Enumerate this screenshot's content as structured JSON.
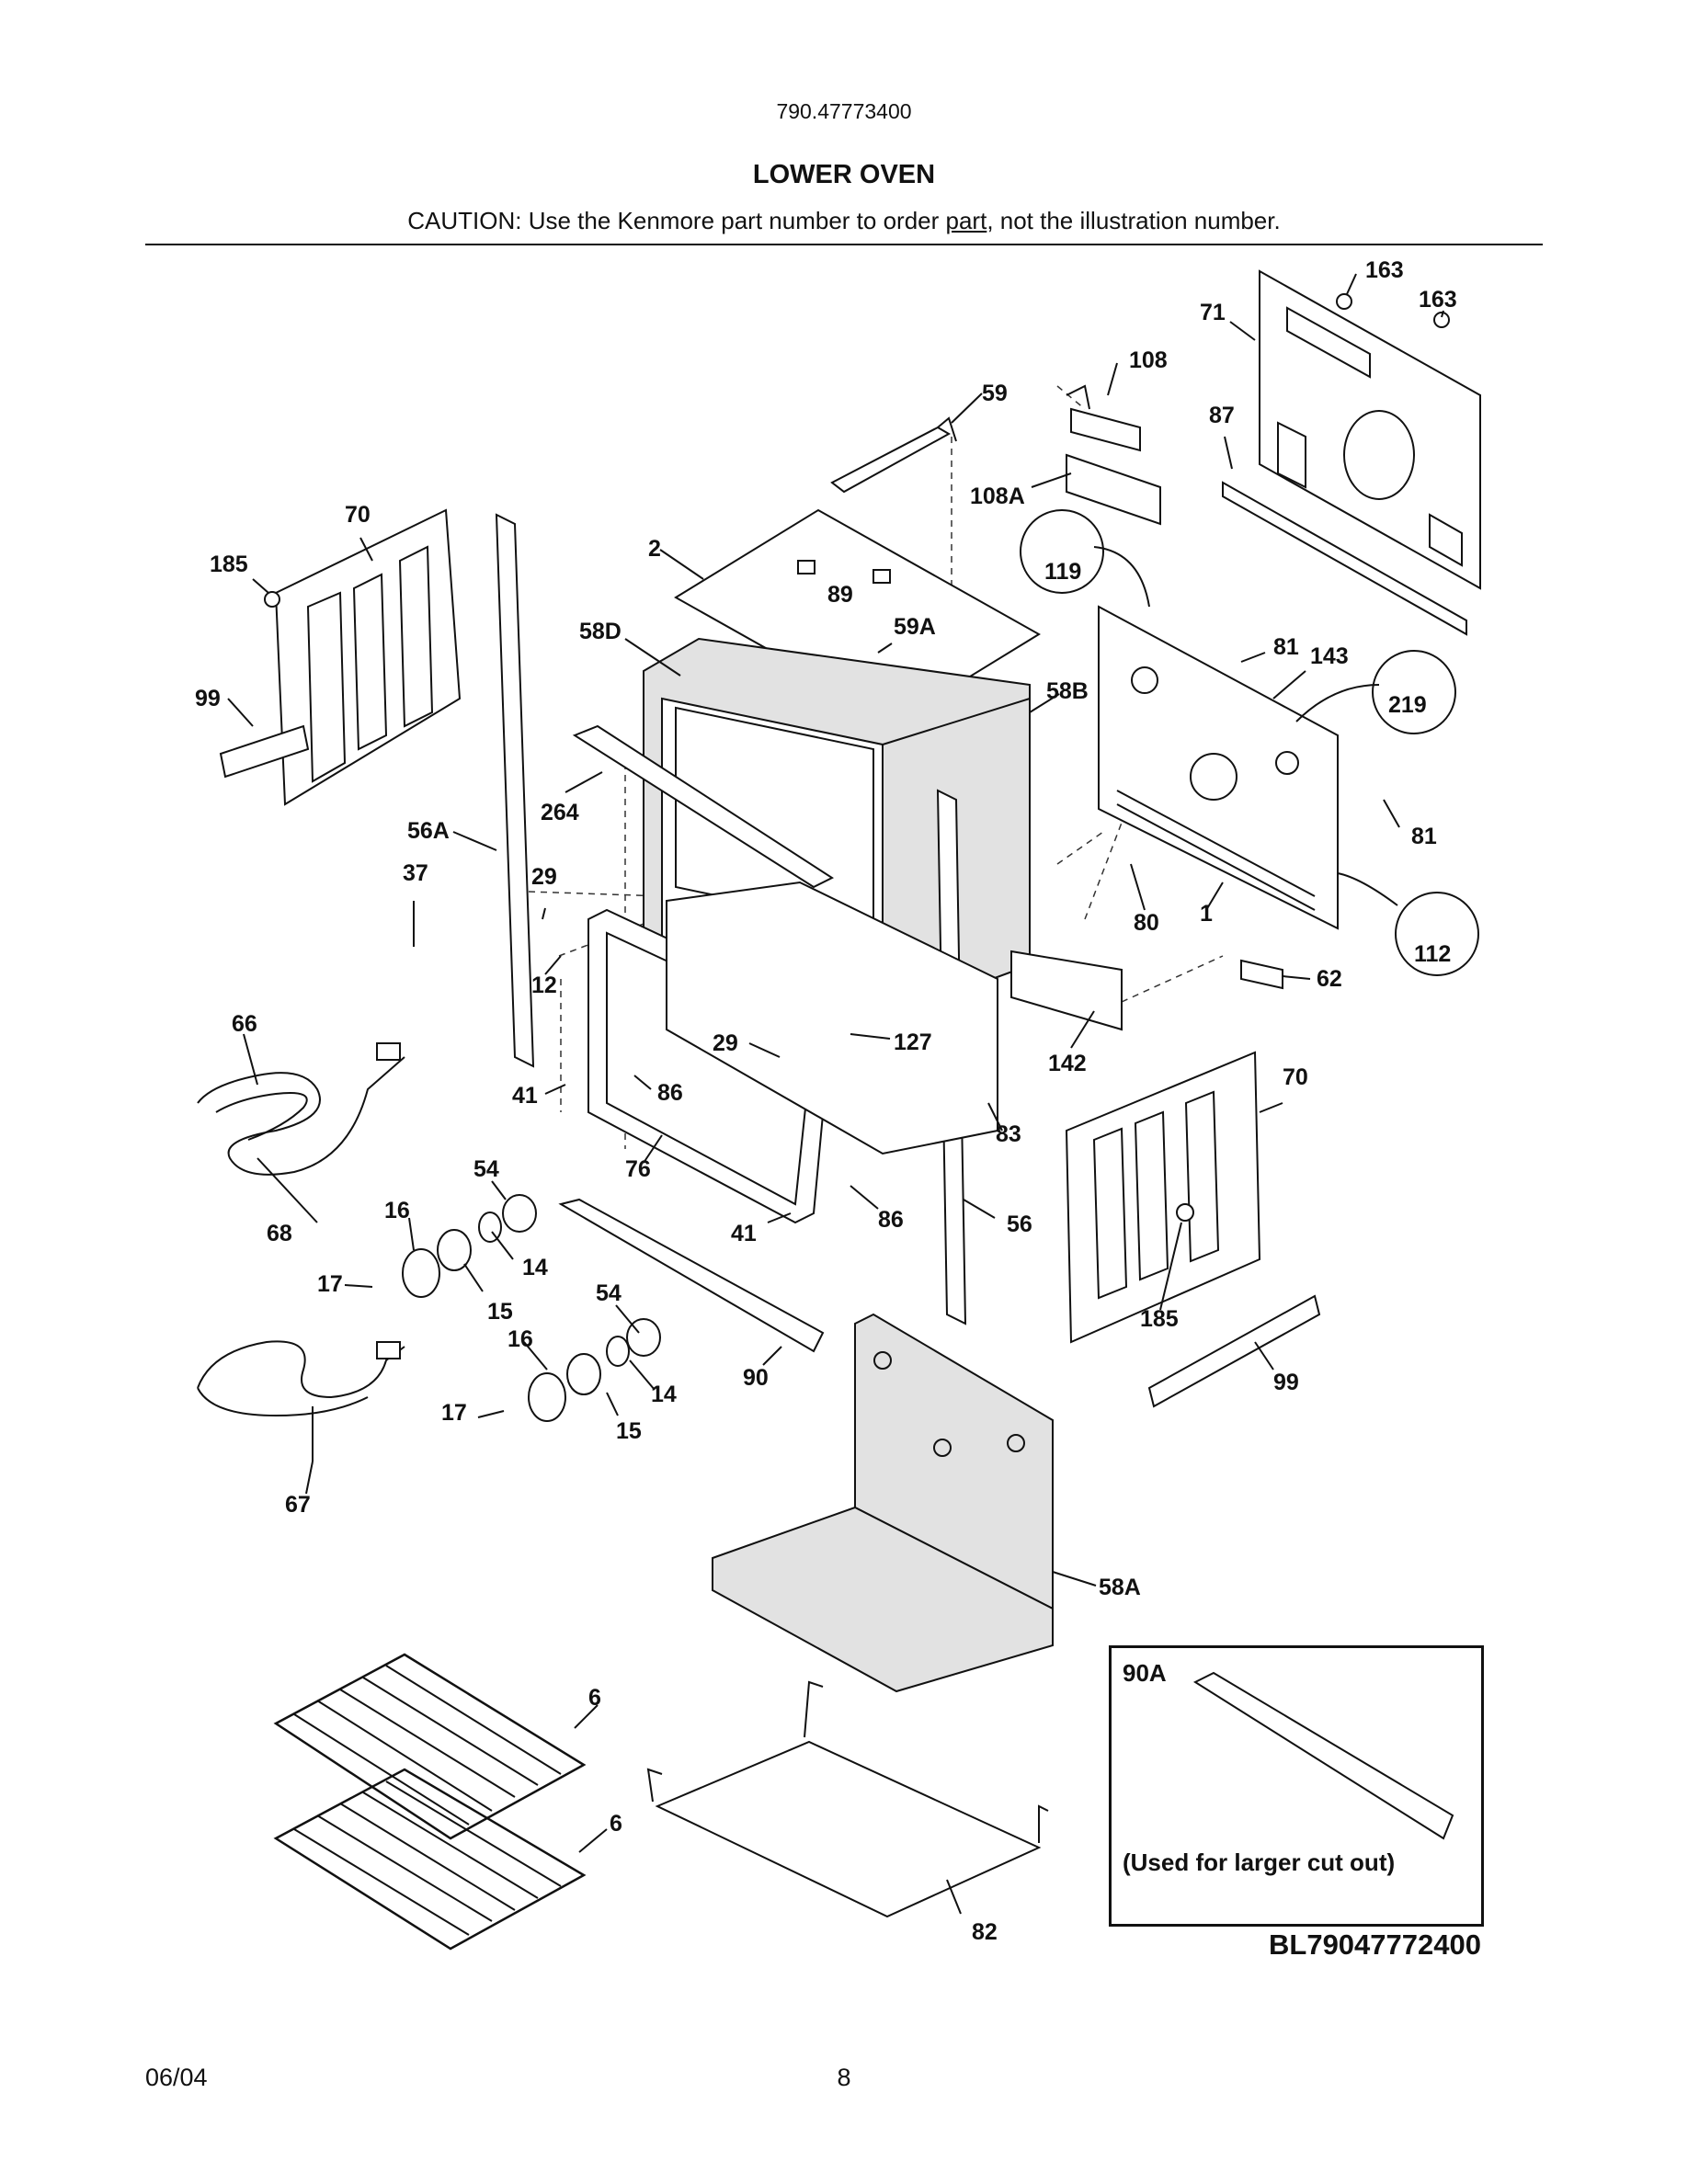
{
  "header": {
    "model_number": "790.47773400",
    "section_title": "LOWER OVEN",
    "caution_prefix": "CAUTION: Use the Kenmore part number to order ",
    "caution_underlined": "part",
    "caution_suffix": ", not the illustration number."
  },
  "diagram": {
    "callouts": [
      "163",
      "163",
      "71",
      "108",
      "59",
      "87",
      "108A",
      "119",
      "70",
      "185",
      "2",
      "89",
      "58D",
      "59A",
      "81",
      "143",
      "219",
      "99",
      "58B",
      "264",
      "56A",
      "37",
      "29",
      "81",
      "12",
      "80",
      "1",
      "112",
      "62",
      "66",
      "29",
      "127",
      "41",
      "86",
      "142",
      "70",
      "54",
      "76",
      "83",
      "16",
      "41",
      "86",
      "56",
      "68",
      "14",
      "17",
      "15",
      "185",
      "54",
      "16",
      "99",
      "14",
      "90",
      "17",
      "15",
      "67",
      "58A",
      "6",
      "6",
      "82"
    ],
    "inset": {
      "part_id": "90A",
      "note": "(Used for larger cut out)"
    },
    "reference": "BL79047772400"
  },
  "footer": {
    "date": "06/04",
    "page_number": "8"
  }
}
